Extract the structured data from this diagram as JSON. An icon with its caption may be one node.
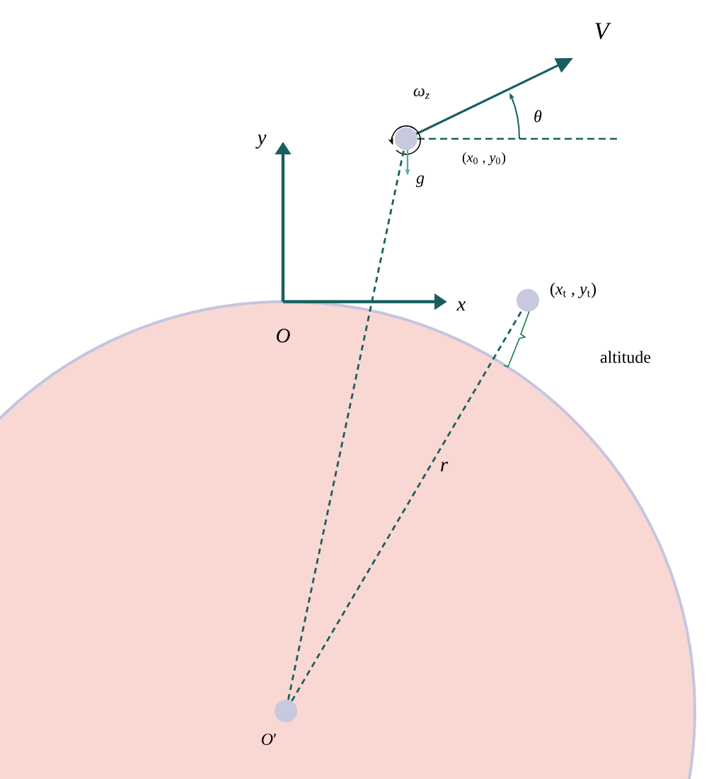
{
  "diagram": {
    "nodes": [
      {
        "text": [],
        "shape": "circle",
        "beside": [
          "(*x*$_{0}$ , *y*$_{0}$)"
        ]
      },
      {
        "text": [],
        "shape": "circle",
        "beside": [
          "(*x*$_{t}$ , *y*$_{t}$)"
        ]
      },
      {
        "text": [],
        "shape": "circle",
        "beside": [
          "*O*′"
        ]
      }
    ],
    "edges": [
      {
        "from": 2,
        "to": 0,
        "arrow": "none",
        "style": "dashed"
      },
      {
        "from": 2,
        "to": 1,
        "arrow": "none",
        "style": "dashed",
        "label": "r"
      }
    ],
    "labels": [
      "V",
      "ω$_{z}$",
      "θ",
      "g",
      "y",
      "x",
      "O",
      "altitude"
    ]
  }
}
